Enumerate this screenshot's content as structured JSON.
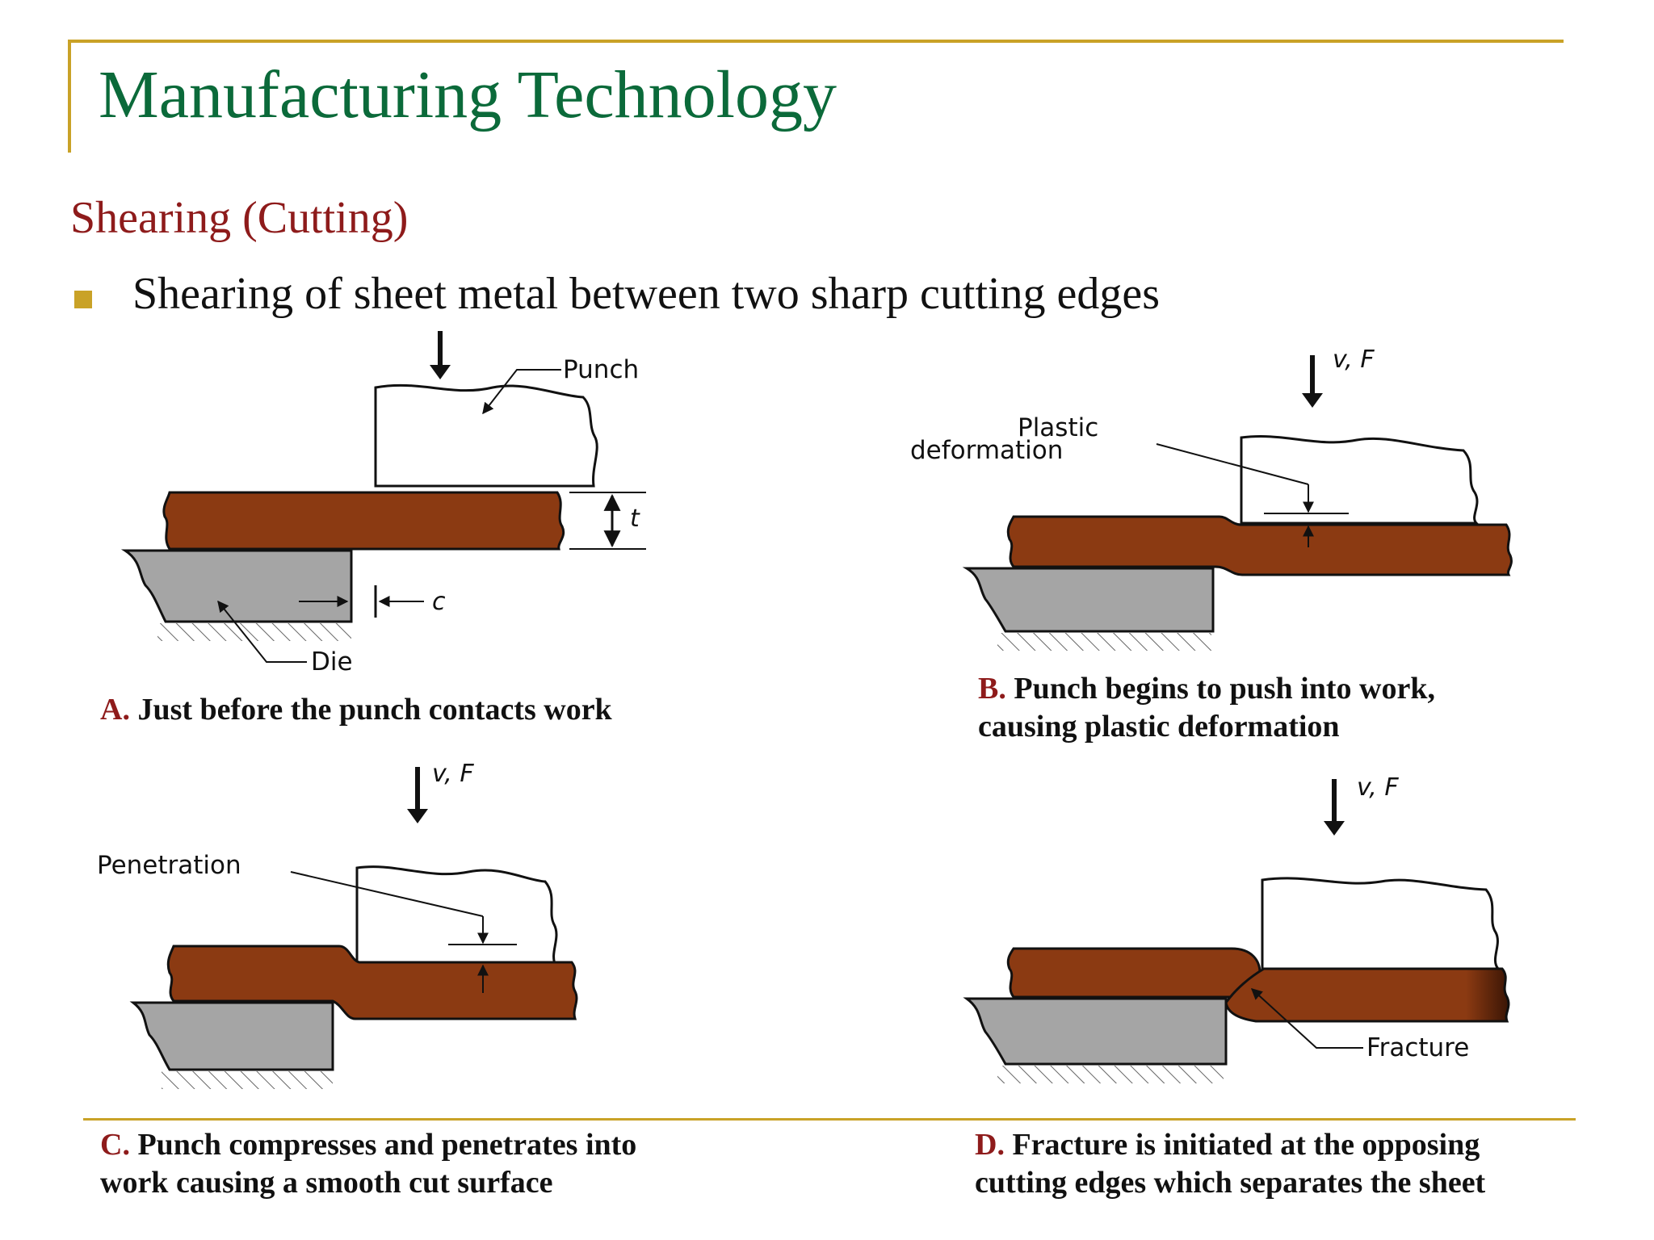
{
  "slide": {
    "title": "Manufacturing Technology",
    "subtitle": "Shearing (Cutting)",
    "bullet": "Shearing of sheet metal between two sharp cutting edges"
  },
  "figures": {
    "a": {
      "punch_label": "Punch",
      "thickness_label": "t",
      "clearance_label": "c",
      "die_label": "Die"
    },
    "b": {
      "force_label": "v, F",
      "plastic_label_1": "Plastic",
      "plastic_label_2": "deformation"
    },
    "c": {
      "force_label": "v, F",
      "penetration_label": "Penetration"
    },
    "d": {
      "force_label": "v, F",
      "fracture_label": "Fracture"
    }
  },
  "captions": {
    "a": {
      "letter": "A.",
      "line1": "Just before the punch contacts work"
    },
    "b": {
      "letter": "B.",
      "line1": "Punch begins to push into work,",
      "line2": "causing plastic deformation"
    },
    "c": {
      "letter": "C.",
      "line1": "Punch compresses and penetrates into",
      "line2": "work causing a smooth cut surface"
    },
    "d": {
      "letter": "D.",
      "line1": "Fracture is initiated at the opposing",
      "line2": "cutting edges which separates the sheet"
    }
  },
  "colors": {
    "title": "#0b6a3a",
    "accent": "#8e1b1b",
    "frame": "#c9a227",
    "work_metal": "#8b3a12",
    "die": "#a5a5a5"
  }
}
